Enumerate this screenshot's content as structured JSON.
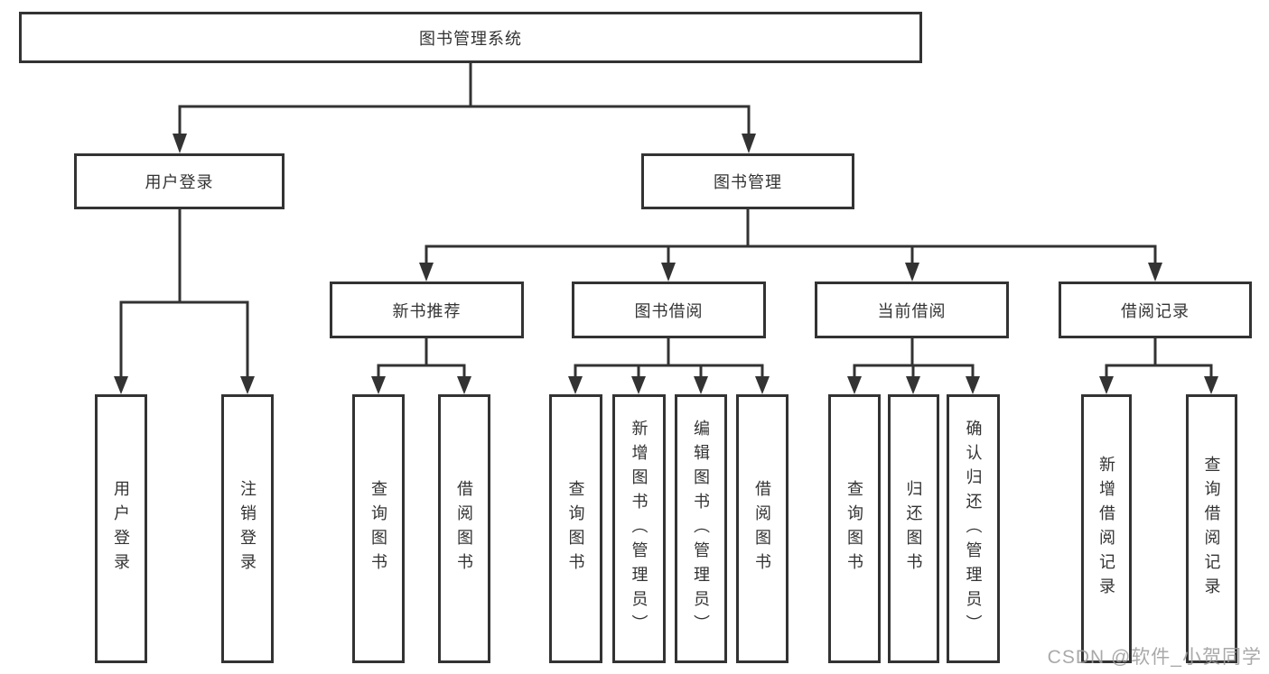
{
  "tree": {
    "root": {
      "label": "图书管理系统",
      "children": [
        {
          "label": "用户登录",
          "children": [
            {
              "label": "用户登录"
            },
            {
              "label": "注销登录"
            }
          ]
        },
        {
          "label": "图书管理",
          "children": [
            {
              "label": "新书推荐",
              "children": [
                {
                  "label": "查询图书"
                },
                {
                  "label": "借阅图书"
                }
              ]
            },
            {
              "label": "图书借阅",
              "children": [
                {
                  "label": "查询图书"
                },
                {
                  "label": "新增图书（管理员）"
                },
                {
                  "label": "编辑图书（管理员）"
                },
                {
                  "label": "借阅图书"
                }
              ]
            },
            {
              "label": "当前借阅",
              "children": [
                {
                  "label": "查询图书"
                },
                {
                  "label": "归还图书"
                },
                {
                  "label": "确认归还（管理员）"
                }
              ]
            },
            {
              "label": "借阅记录",
              "children": [
                {
                  "label": "新增借阅记录"
                },
                {
                  "label": "查询借阅记录"
                }
              ]
            }
          ]
        }
      ]
    }
  },
  "watermark": {
    "text": "CSDN @软件_小贺同学"
  },
  "colors": {
    "line": "#333333",
    "border": "#333333",
    "text": "#333333",
    "background": "#ffffff",
    "watermark": "#9e9e9e"
  }
}
